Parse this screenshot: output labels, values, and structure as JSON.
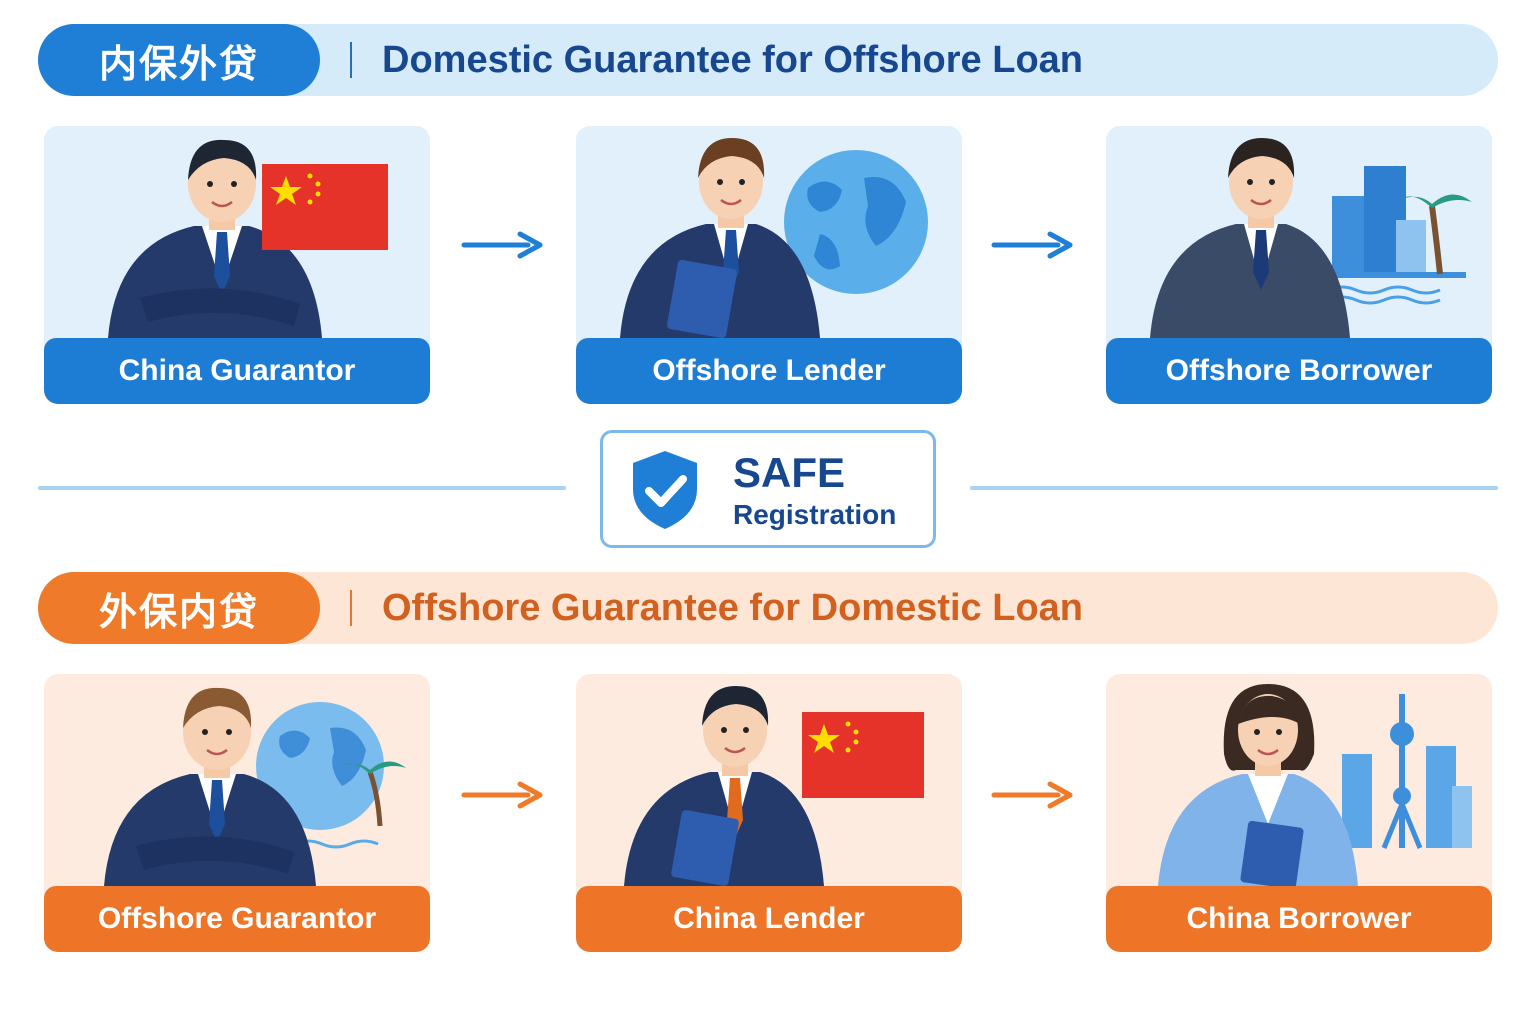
{
  "domestic": {
    "chinese_title": "内保外贷",
    "english_title": "Domestic Guarantee for Offshore Loan",
    "parties": [
      {
        "label": "China Guarantor"
      },
      {
        "label": "Offshore Lender"
      },
      {
        "label": "Offshore Borrower"
      }
    ]
  },
  "registration": {
    "title": "SAFE",
    "subtitle": "Registration"
  },
  "offshore": {
    "chinese_title": "外保内贷",
    "english_title": "Offshore Guarantee for Domestic Loan",
    "parties": [
      {
        "label": "Offshore Guarantor"
      },
      {
        "label": "China Lender"
      },
      {
        "label": "China Borrower"
      }
    ]
  },
  "colors": {
    "blue_accent": "#1f7fd6",
    "orange_accent": "#ef7a2a",
    "navy_text": "#17478f"
  }
}
